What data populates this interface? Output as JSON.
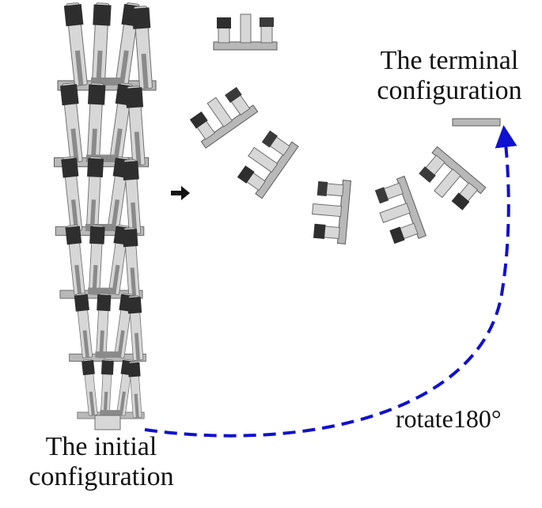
{
  "labels": {
    "terminal_line1": "The terminal",
    "terminal_line2": "configuration",
    "initial_line1": "The initial",
    "initial_line2": "configuration",
    "rotation": "rotate180°"
  },
  "colors": {
    "arrow": "#1010d0",
    "body_dark": "#2e2e2e",
    "body_mid": "#8a8a8a",
    "body_light": "#d7d7d7",
    "text": "#111111"
  },
  "icons": {
    "step_arrow": "right-arrow-icon",
    "rotation_arrow": "dashed-curved-arrow-icon"
  }
}
